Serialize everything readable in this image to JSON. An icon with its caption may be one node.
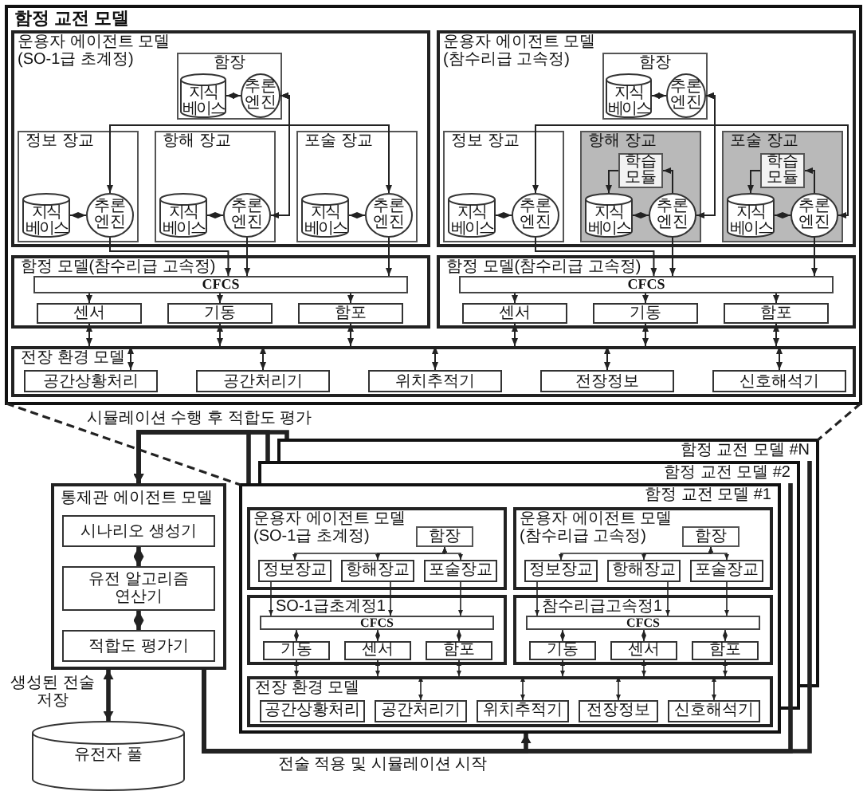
{
  "diagram": {
    "nodes": [
      {
        "text": [
          "함정 교전 모델"
        ]
      },
      {
        "text": [
          "운용자 에이전트 모델 (SO-1급 초계정)"
        ],
        "in": 0
      },
      {
        "text": [
          "함장"
        ],
        "in": 1
      },
      {
        "text": [
          "지식 베이스"
        ],
        "in": 2
      },
      {
        "text": [
          "추론 엔진"
        ],
        "in": 2
      },
      {
        "text": [
          "정보 장교"
        ],
        "in": 1
      },
      {
        "text": [
          "지식 베이스"
        ],
        "in": 5
      },
      {
        "text": [
          "추론 엔진"
        ],
        "in": 5
      },
      {
        "text": [
          "항해 장교"
        ],
        "in": 1
      },
      {
        "text": [
          "지식 베이스"
        ],
        "in": 8
      },
      {
        "text": [
          "추론 엔진"
        ],
        "in": 8
      },
      {
        "text": [
          "포술 장교"
        ],
        "in": 1
      },
      {
        "text": [
          "지식 베이스"
        ],
        "in": 11
      },
      {
        "text": [
          "추론 엔진"
        ],
        "in": 11
      },
      {
        "text": [
          "운용자 에이전트 모델 (참수리급 고속정)"
        ],
        "in": 0
      },
      {
        "text": [
          "함장"
        ],
        "in": 14
      },
      {
        "text": [
          "지식 베이스"
        ],
        "in": 15
      },
      {
        "text": [
          "추론 엔진"
        ],
        "in": 15
      },
      {
        "text": [
          "정보 장교"
        ],
        "in": 14
      },
      {
        "text": [
          "지식 베이스"
        ],
        "in": 18
      },
      {
        "text": [
          "추론 엔진"
        ],
        "in": 18
      },
      {
        "text": [
          "항해 장교"
        ],
        "in": 14
      },
      {
        "text": [
          "학습 모듈"
        ],
        "in": 21
      },
      {
        "text": [
          "지식 베이스"
        ],
        "in": 21
      },
      {
        "text": [
          "추론 엔진"
        ],
        "in": 21
      },
      {
        "text": [
          "포술 장교"
        ],
        "in": 14
      },
      {
        "text": [
          "학습 모듈"
        ],
        "in": 25
      },
      {
        "text": [
          "지식 베이스"
        ],
        "in": 25
      },
      {
        "text": [
          "추론 엔진"
        ],
        "in": 25
      },
      {
        "text": [
          "함정 모델(참수리급 고속정)"
        ],
        "in": 0
      },
      {
        "text": [
          "CFCS"
        ],
        "in": 29
      },
      {
        "text": [
          "센서"
        ],
        "in": 29
      },
      {
        "text": [
          "기동"
        ],
        "in": 29
      },
      {
        "text": [
          "함포"
        ],
        "in": 29
      },
      {
        "text": [
          "함정 모델(참수리급 고속정)"
        ],
        "in": 0
      },
      {
        "text": [
          "CFCS"
        ],
        "in": 34
      },
      {
        "text": [
          "센서"
        ],
        "in": 34
      },
      {
        "text": [
          "기동"
        ],
        "in": 34
      },
      {
        "text": [
          "함포"
        ],
        "in": 34
      },
      {
        "text": [
          "전장 환경 모델"
        ],
        "in": 0
      },
      {
        "text": [
          "공간상황처리"
        ],
        "in": 39
      },
      {
        "text": [
          "공간처리기"
        ],
        "in": 39
      },
      {
        "text": [
          "위치추적기"
        ],
        "in": 39
      },
      {
        "text": [
          "전장정보"
        ],
        "in": 39
      },
      {
        "text": [
          "신호해석기"
        ],
        "in": 39
      },
      {
        "text": [
          "통제관 에이전트 모델"
        ]
      },
      {
        "text": [
          "시나리오 생성기"
        ],
        "in": 45
      },
      {
        "text": [
          "유전 알고리즘 연산기"
        ],
        "in": 45
      },
      {
        "text": [
          "적합도 평가기"
        ],
        "in": 45
      },
      {
        "text": [
          "유전자 풀"
        ]
      },
      {
        "text": [
          "함정 교전 모델 #N"
        ]
      },
      {
        "text": [
          "함정 교전 모델 #2"
        ]
      },
      {
        "text": [
          "함정 교전 모델 #1"
        ]
      },
      {
        "text": [
          "운용자 에이전트 모델 (SO-1급 초계정)"
        ],
        "in": 52
      },
      {
        "text": [
          "함장"
        ],
        "in": 53
      },
      {
        "text": [
          "정보장교"
        ],
        "in": 53
      },
      {
        "text": [
          "항해장교"
        ],
        "in": 53
      },
      {
        "text": [
          "포술장교"
        ],
        "in": 53
      },
      {
        "text": [
          "운용자 에이전트 모델 (참수리급 고속정)"
        ],
        "in": 52
      },
      {
        "text": [
          "함장"
        ],
        "in": 58
      },
      {
        "text": [
          "정보장교"
        ],
        "in": 58
      },
      {
        "text": [
          "항해장교"
        ],
        "in": 58
      },
      {
        "text": [
          "포술장교"
        ],
        "in": 58
      },
      {
        "text": [
          "SO-1급초계정1"
        ],
        "in": 52
      },
      {
        "text": [
          "CFCS"
        ],
        "in": 63
      },
      {
        "text": [
          "기동"
        ],
        "in": 63
      },
      {
        "text": [
          "센서"
        ],
        "in": 63
      },
      {
        "text": [
          "함포"
        ],
        "in": 63
      },
      {
        "text": [
          "참수리급고속정1"
        ],
        "in": 52
      },
      {
        "text": [
          "CFCS"
        ],
        "in": 68
      },
      {
        "text": [
          "기동"
        ],
        "in": 68
      },
      {
        "text": [
          "센서"
        ],
        "in": 68
      },
      {
        "text": [
          "함포"
        ],
        "in": 68
      },
      {
        "text": [
          "전장 환경 모델"
        ],
        "in": 52
      },
      {
        "text": [
          "공간상황처리"
        ],
        "in": 73
      },
      {
        "text": [
          "공간처리기"
        ],
        "in": 73
      },
      {
        "text": [
          "위치추적기"
        ],
        "in": 73
      },
      {
        "text": [
          "전장정보"
        ],
        "in": 73
      },
      {
        "text": [
          "신호해석기"
        ],
        "in": 73
      }
    ],
    "edges": [
      {
        "from": 3,
        "to": 4,
        "arrow": "both"
      },
      {
        "from": 4,
        "to": 7,
        "arrow": "both"
      },
      {
        "from": 4,
        "to": 10,
        "arrow": "both"
      },
      {
        "from": 4,
        "to": 13,
        "arrow": "both"
      },
      {
        "from": 6,
        "to": 7,
        "arrow": "both"
      },
      {
        "from": 9,
        "to": 10,
        "arrow": "both"
      },
      {
        "from": 12,
        "to": 13,
        "arrow": "both"
      },
      {
        "from": 16,
        "to": 17,
        "arrow": "both"
      },
      {
        "from": 17,
        "to": 20,
        "arrow": "both"
      },
      {
        "from": 17,
        "to": 24,
        "arrow": "both"
      },
      {
        "from": 17,
        "to": 28,
        "arrow": "both"
      },
      {
        "from": 19,
        "to": 20,
        "arrow": "both"
      },
      {
        "from": 22,
        "to": 23,
        "arrow": "to"
      },
      {
        "from": 24,
        "to": 22,
        "arrow": "to"
      },
      {
        "from": 23,
        "to": 24,
        "arrow": "both"
      },
      {
        "from": 26,
        "to": 27,
        "arrow": "to"
      },
      {
        "from": 28,
        "to": 26,
        "arrow": "to"
      },
      {
        "from": 27,
        "to": 28,
        "arrow": "both"
      },
      {
        "from": 7,
        "to": 30,
        "arrow": "to"
      },
      {
        "from": 10,
        "to": 30,
        "arrow": "to"
      },
      {
        "from": 13,
        "to": 30,
        "arrow": "to"
      },
      {
        "from": 20,
        "to": 35,
        "arrow": "to"
      },
      {
        "from": 24,
        "to": 35,
        "arrow": "to"
      },
      {
        "from": 28,
        "to": 35,
        "arrow": "to"
      },
      {
        "from": 30,
        "to": 31,
        "arrow": "to"
      },
      {
        "from": 30,
        "to": 32,
        "arrow": "to"
      },
      {
        "from": 30,
        "to": 33,
        "arrow": "to"
      },
      {
        "from": 35,
        "to": 36,
        "arrow": "to"
      },
      {
        "from": 35,
        "to": 37,
        "arrow": "to"
      },
      {
        "from": 35,
        "to": 38,
        "arrow": "to"
      },
      {
        "from": 31,
        "to": 39,
        "arrow": "both"
      },
      {
        "from": 32,
        "to": 39,
        "arrow": "both"
      },
      {
        "from": 33,
        "to": 39,
        "arrow": "both"
      },
      {
        "from": 36,
        "to": 39,
        "arrow": "both"
      },
      {
        "from": 37,
        "to": 39,
        "arrow": "both"
      },
      {
        "from": 38,
        "to": 39,
        "arrow": "both"
      },
      {
        "from": 40,
        "to": 39,
        "arrow": "both"
      },
      {
        "from": 41,
        "to": 39,
        "arrow": "both"
      },
      {
        "from": 42,
        "to": 39,
        "arrow": "both"
      },
      {
        "from": 43,
        "to": 39,
        "arrow": "both"
      },
      {
        "from": 44,
        "to": 39,
        "arrow": "both"
      },
      {
        "from": 46,
        "to": 47,
        "arrow": "both",
        "style": "thick"
      },
      {
        "from": 47,
        "to": 48,
        "arrow": "both",
        "style": "thick"
      },
      {
        "from": 45,
        "to": 49,
        "arrow": "both",
        "label": "생성된 전술 저장",
        "style": "thick"
      },
      {
        "from": 52,
        "to": 45,
        "arrow": "to",
        "label": "시뮬레이션 수행 후 적합도 평가",
        "style": "thick"
      },
      {
        "from": 51,
        "to": 45,
        "arrow": "to",
        "style": "thick"
      },
      {
        "from": 50,
        "to": 45,
        "arrow": "to",
        "style": "thick"
      },
      {
        "from": 45,
        "to": 52,
        "arrow": "to",
        "label": "전술 적용 및 시뮬레이션 시작",
        "style": "thick"
      },
      {
        "from": 45,
        "to": 51,
        "arrow": "none",
        "style": "thick"
      },
      {
        "from": 45,
        "to": 50,
        "arrow": "none",
        "style": "thick"
      },
      {
        "from": 54,
        "to": 55,
        "arrow": "both"
      },
      {
        "from": 54,
        "to": 56,
        "arrow": "both"
      },
      {
        "from": 54,
        "to": 57,
        "arrow": "both"
      },
      {
        "from": 59,
        "to": 60,
        "arrow": "both"
      },
      {
        "from": 59,
        "to": 61,
        "arrow": "both"
      },
      {
        "from": 59,
        "to": 62,
        "arrow": "both"
      },
      {
        "from": 55,
        "to": 64,
        "arrow": "to"
      },
      {
        "from": 56,
        "to": 64,
        "arrow": "to"
      },
      {
        "from": 57,
        "to": 64,
        "arrow": "to"
      },
      {
        "from": 60,
        "to": 69,
        "arrow": "to"
      },
      {
        "from": 61,
        "to": 69,
        "arrow": "to"
      },
      {
        "from": 62,
        "to": 69,
        "arrow": "to"
      },
      {
        "from": 64,
        "to": 65,
        "arrow": "both"
      },
      {
        "from": 64,
        "to": 66,
        "arrow": "both"
      },
      {
        "from": 64,
        "to": 67,
        "arrow": "both"
      },
      {
        "from": 69,
        "to": 70,
        "arrow": "both"
      },
      {
        "from": 69,
        "to": 71,
        "arrow": "both"
      },
      {
        "from": 69,
        "to": 72,
        "arrow": "both"
      },
      {
        "from": 65,
        "to": 73,
        "arrow": "both"
      },
      {
        "from": 66,
        "to": 73,
        "arrow": "both"
      },
      {
        "from": 67,
        "to": 73,
        "arrow": "both"
      },
      {
        "from": 70,
        "to": 73,
        "arrow": "both"
      },
      {
        "from": 71,
        "to": 73,
        "arrow": "both"
      },
      {
        "from": 72,
        "to": 73,
        "arrow": "both"
      },
      {
        "from": 75,
        "to": 73,
        "arrow": "both"
      },
      {
        "from": 76,
        "to": 73,
        "arrow": "both"
      },
      {
        "from": 77,
        "to": 73,
        "arrow": "both"
      },
      {
        "from": 78,
        "to": 73,
        "arrow": "both"
      },
      {
        "from": 0,
        "to": 52,
        "arrow": "none",
        "style": "dashed"
      },
      {
        "from": 0,
        "to": 50,
        "arrow": "none",
        "style": "dashed"
      }
    ]
  }
}
